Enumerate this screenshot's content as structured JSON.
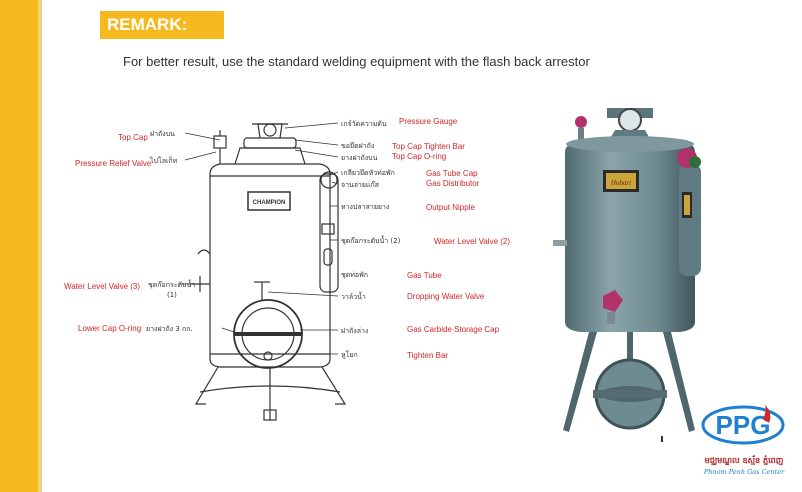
{
  "header": {
    "remark": "REMARK:",
    "note": "For better result, use the standard welding equipment with the flash back arrestor"
  },
  "labels_left": {
    "top_cap": "Top Cap",
    "pressure_relief_valve": "Pressure Relief Valve",
    "water_level_valve_3": "Water Level Valve (3)",
    "lower_cap_oring": "Lower Cap O-ring"
  },
  "labels_right": {
    "pressure_gauge": "Pressure Gauge",
    "top_cap_tighten_bar": "Top Cap Tighten Bar",
    "top_cap_oring": "Top Cap O-ring",
    "gas_tube_cap": "Gas Tube Cap",
    "gas_distributor": "Gas Distributor",
    "output_nipple": "Output Nipple",
    "water_level_valve_2": "Water Level Valve (2)",
    "gas_tube": "Gas Tube",
    "dropping_water_valve": "Dropping Water Valve",
    "gas_carbide_storage_cap": "Gas Carbide Storage Cap",
    "tighten_bar": "Tighten Bar"
  },
  "labels_thai": {
    "top_cap": "ฝาถังบน",
    "relief_valve": "ไปโลเก็ท",
    "water_level_3": "ชุดก๊อกระดับน้ำ",
    "water_level_3_num": "(1)",
    "lower_oring": "ยางฝาถัง 3 กก.",
    "pressure_gauge": "เกจ์วัดความดัน",
    "tighten_bar": "ขอยึดฝาถัง",
    "oring": "ยางฝาถังบน",
    "gas_tube_cap": "เกลียวยึดหัวท่อพัก",
    "gas_distributor": "จานจ่ายแก๊ส",
    "output_nipple": "หางปลาสายยาง",
    "water_level_2": "ชุดก๊อกระดับน้ำ (2)",
    "gas_tube": "ชุดท่อพัก",
    "dropping_valve": "วาล์วน้ำ",
    "carbide_cap": "ฝาถังล่าง",
    "tighten": "หูโยก"
  },
  "diagram": {
    "brand": "CHAMPION"
  },
  "photo": {
    "brand": "Hobart"
  },
  "logo": {
    "letters": "PPG",
    "khmer": "មជ្ឈមណ្ឌល ឧស្ម័ន ភ្នំពេញ",
    "english": "Phnom Penh Gas Center"
  },
  "colors": {
    "accent_yellow": "#f5b81e",
    "label_red": "#d4262a",
    "tank_body": "#6f8b92",
    "valve_magenta": "#b0336a",
    "logo_blue": "#1f7fd0"
  }
}
